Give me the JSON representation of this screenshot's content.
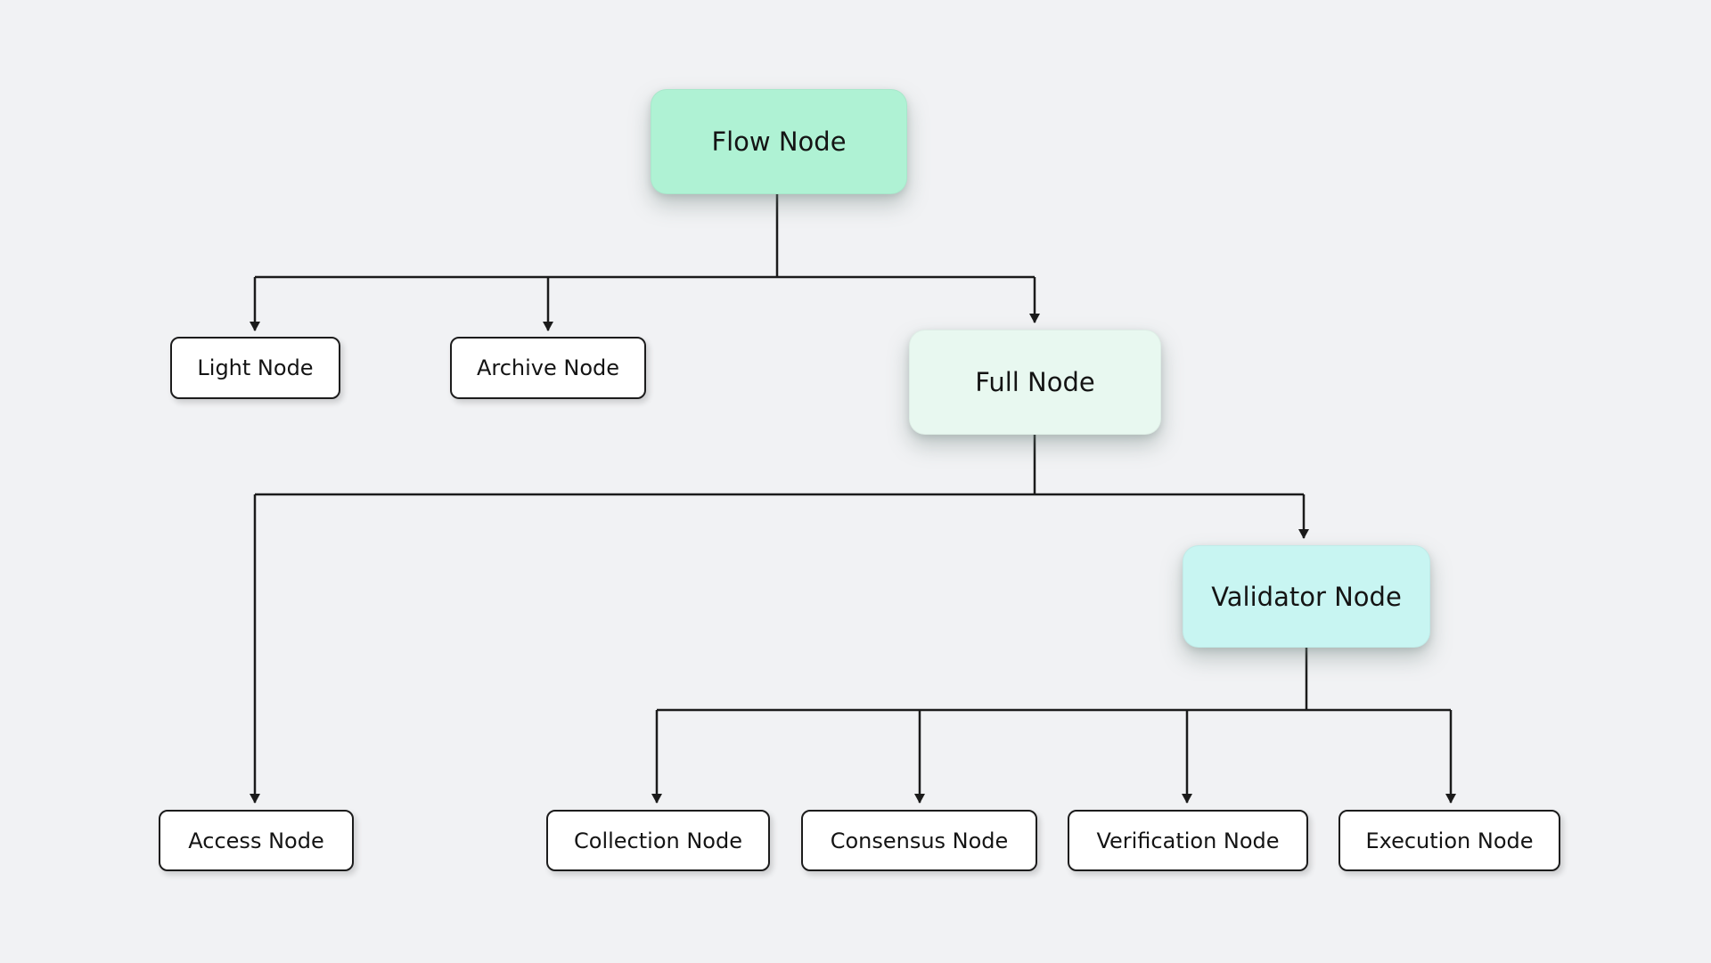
{
  "colors": {
    "background": "#f1f2f4",
    "line": "#1b1b1b",
    "text": "#141414",
    "flow_fill": "#aff2d4",
    "full_fill": "#e8f8f0",
    "validator_fill": "#c8f5f2",
    "leaf_fill": "#ffffff"
  },
  "nodes": {
    "flow": {
      "label": "Flow Node",
      "fill": "#aff2d4"
    },
    "light": {
      "label": "Light Node",
      "fill": "#ffffff"
    },
    "archive": {
      "label": "Archive Node",
      "fill": "#ffffff"
    },
    "full": {
      "label": "Full Node",
      "fill": "#e8f8f0"
    },
    "access": {
      "label": "Access Node",
      "fill": "#ffffff"
    },
    "validator": {
      "label": "Validator Node",
      "fill": "#c8f5f2"
    },
    "collection": {
      "label": "Collection Node",
      "fill": "#ffffff"
    },
    "consensus": {
      "label": "Consensus Node",
      "fill": "#ffffff"
    },
    "verification": {
      "label": "Verification Node",
      "fill": "#ffffff"
    },
    "execution": {
      "label": "Execution Node",
      "fill": "#ffffff"
    }
  },
  "edges": [
    {
      "from": "Flow Node",
      "to": "Light Node"
    },
    {
      "from": "Flow Node",
      "to": "Archive Node"
    },
    {
      "from": "Flow Node",
      "to": "Full Node"
    },
    {
      "from": "Full Node",
      "to": "Access Node"
    },
    {
      "from": "Full Node",
      "to": "Validator Node"
    },
    {
      "from": "Validator Node",
      "to": "Collection Node"
    },
    {
      "from": "Validator Node",
      "to": "Consensus Node"
    },
    {
      "from": "Validator Node",
      "to": "Verification Node"
    },
    {
      "from": "Validator Node",
      "to": "Execution Node"
    }
  ]
}
